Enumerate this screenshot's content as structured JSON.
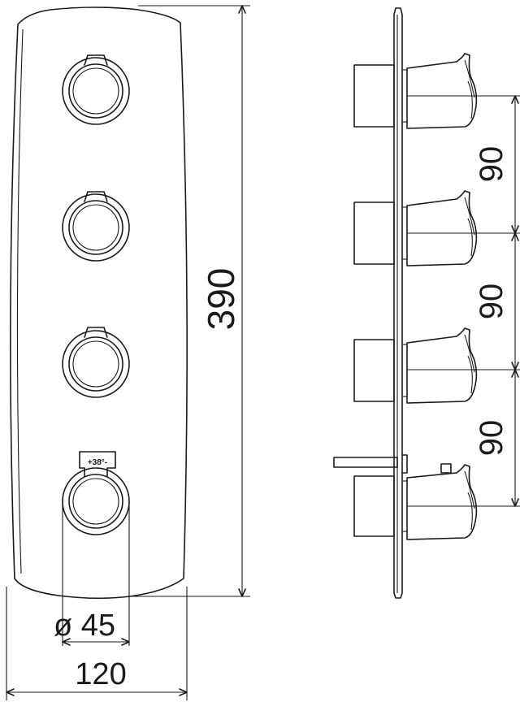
{
  "dimensions": {
    "height_total": "390",
    "knob_diameter": "ø 45",
    "width_total": "120",
    "spacing_1": "90",
    "spacing_2": "90",
    "spacing_3": "90"
  },
  "thermostat_label": "+38°-",
  "colors": {
    "line": "#1a1a1a",
    "background": "#ffffff"
  }
}
